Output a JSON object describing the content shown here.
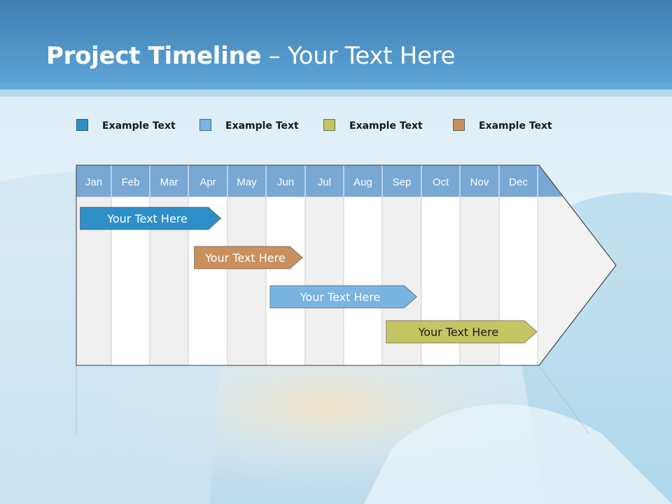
{
  "title": {
    "bold": "Project Timeline",
    "rest": " – Your Text Here"
  },
  "colors": {
    "blue_dark": "#2e8fc8",
    "blue_light": "#7ab4e0",
    "olive": "#c4c663",
    "tan": "#c9905e",
    "header_bar": "#7aa8d4"
  },
  "legend": [
    {
      "label": "Example Text",
      "color": "#2e8fc8"
    },
    {
      "label": "Example Text",
      "color": "#7ab4e0"
    },
    {
      "label": "Example Text",
      "color": "#c4c663"
    },
    {
      "label": "Example Text",
      "color": "#c9905e"
    }
  ],
  "months": [
    "Jan",
    "Feb",
    "Mar",
    "Apr",
    "May",
    "Jun",
    "Jul",
    "Aug",
    "Sep",
    "Oct",
    "Nov",
    "Dec"
  ],
  "tasks": [
    {
      "label": "Your  Text Here",
      "start_month": 0.05,
      "end_month": 3.85,
      "color": "#2e8fc8",
      "dark_text": false
    },
    {
      "label": "Your  Text Here",
      "start_month": 3.1,
      "end_month": 5.95,
      "color": "#c9905e",
      "dark_text": false
    },
    {
      "label": "Your  Text Here",
      "start_month": 5.05,
      "end_month": 8.9,
      "color": "#7ab4e0",
      "dark_text": false
    },
    {
      "label": "Your  Text Here",
      "start_month": 8.05,
      "end_month": 12.0,
      "color": "#c4c663",
      "dark_text": true
    }
  ]
}
